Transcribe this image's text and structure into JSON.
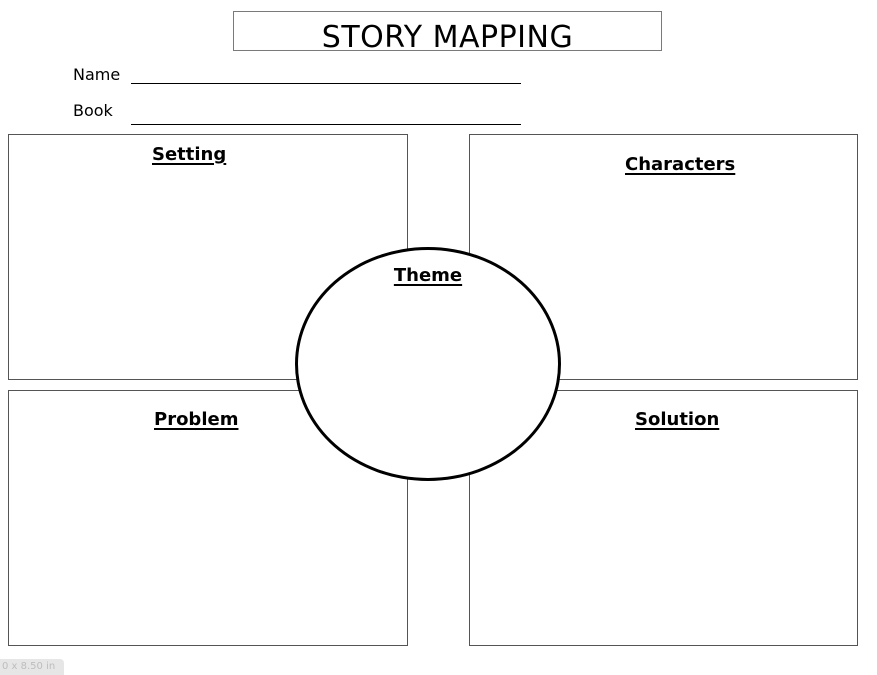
{
  "title": "STORY MAPPING",
  "fields": {
    "name_label": "Name",
    "book_label": "Book"
  },
  "panels": {
    "setting": "Setting",
    "characters": "Characters",
    "problem": "Problem",
    "solution": "Solution",
    "theme": "Theme"
  },
  "page_size": "0 x 8.50 in"
}
